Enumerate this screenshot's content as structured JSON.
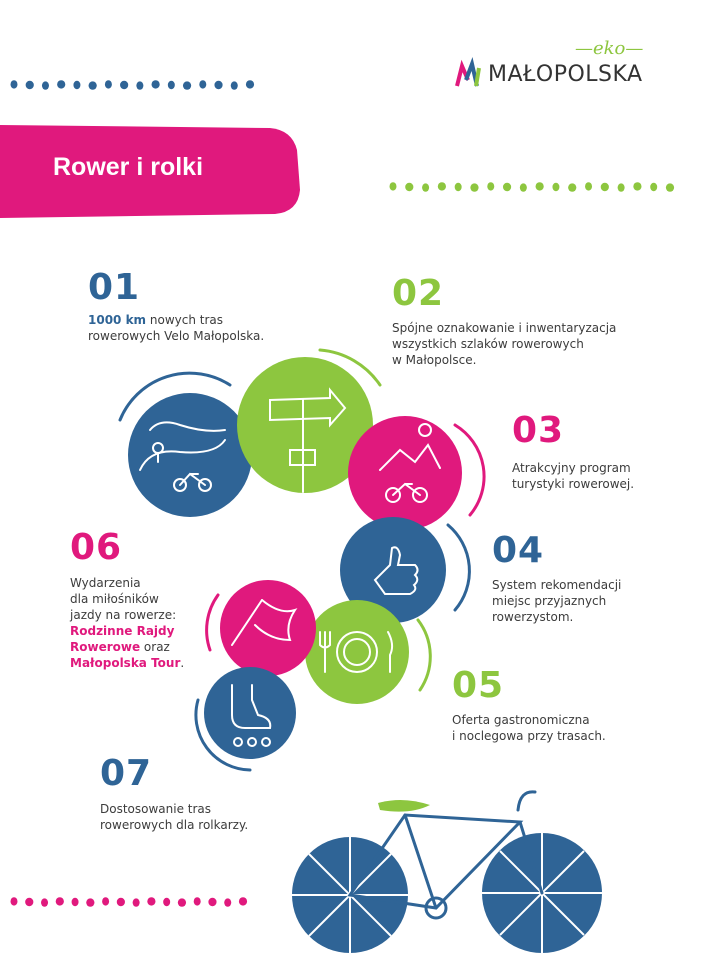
{
  "header": {
    "logo_main": "MAŁOPOLSKA",
    "logo_prefix": "—eko—",
    "title": "Rower i rolki"
  },
  "colors": {
    "blue": "#2f6496",
    "green": "#8dc63f",
    "pink": "#e0197d"
  },
  "items": [
    {
      "num": "01",
      "highlight": "1000 km",
      "text": " nowych tras",
      "line2": "rowerowych Velo Małopolska."
    },
    {
      "num": "02",
      "line1": "Spójne oznakowanie i inwentaryzacja",
      "line2": "wszystkich szlaków rowerowych",
      "line3": "w Małopolsce."
    },
    {
      "num": "03",
      "line1": "Atrakcyjny program",
      "line2": "turystyki rowerowej."
    },
    {
      "num": "04",
      "line1": "System rekomendacji",
      "line2": "miejsc przyjaznych",
      "line3": "rowerzystom."
    },
    {
      "num": "05",
      "line1": "Oferta gastronomiczna",
      "line2": "i noclegowa przy trasach."
    },
    {
      "num": "06",
      "line1": "Wydarzenia",
      "line2": "dla miłośników",
      "line3": "jazdy na rowerze:",
      "highlight1": "Rodzinne Rajdy",
      "highlight2": "Rowerowe",
      "conj": " oraz",
      "highlight3": "Małopolska Tour",
      "end": "."
    },
    {
      "num": "07",
      "line1": "Dostosowanie tras",
      "line2": "rowerowych dla rolkarzy."
    }
  ],
  "icons": [
    "winding-road-bike-icon",
    "signpost-icon",
    "mountain-bike-icon",
    "thumbs-up-icon",
    "plate-cutlery-icon",
    "flag-icon",
    "roller-skate-icon",
    "bicycle-illustration"
  ]
}
